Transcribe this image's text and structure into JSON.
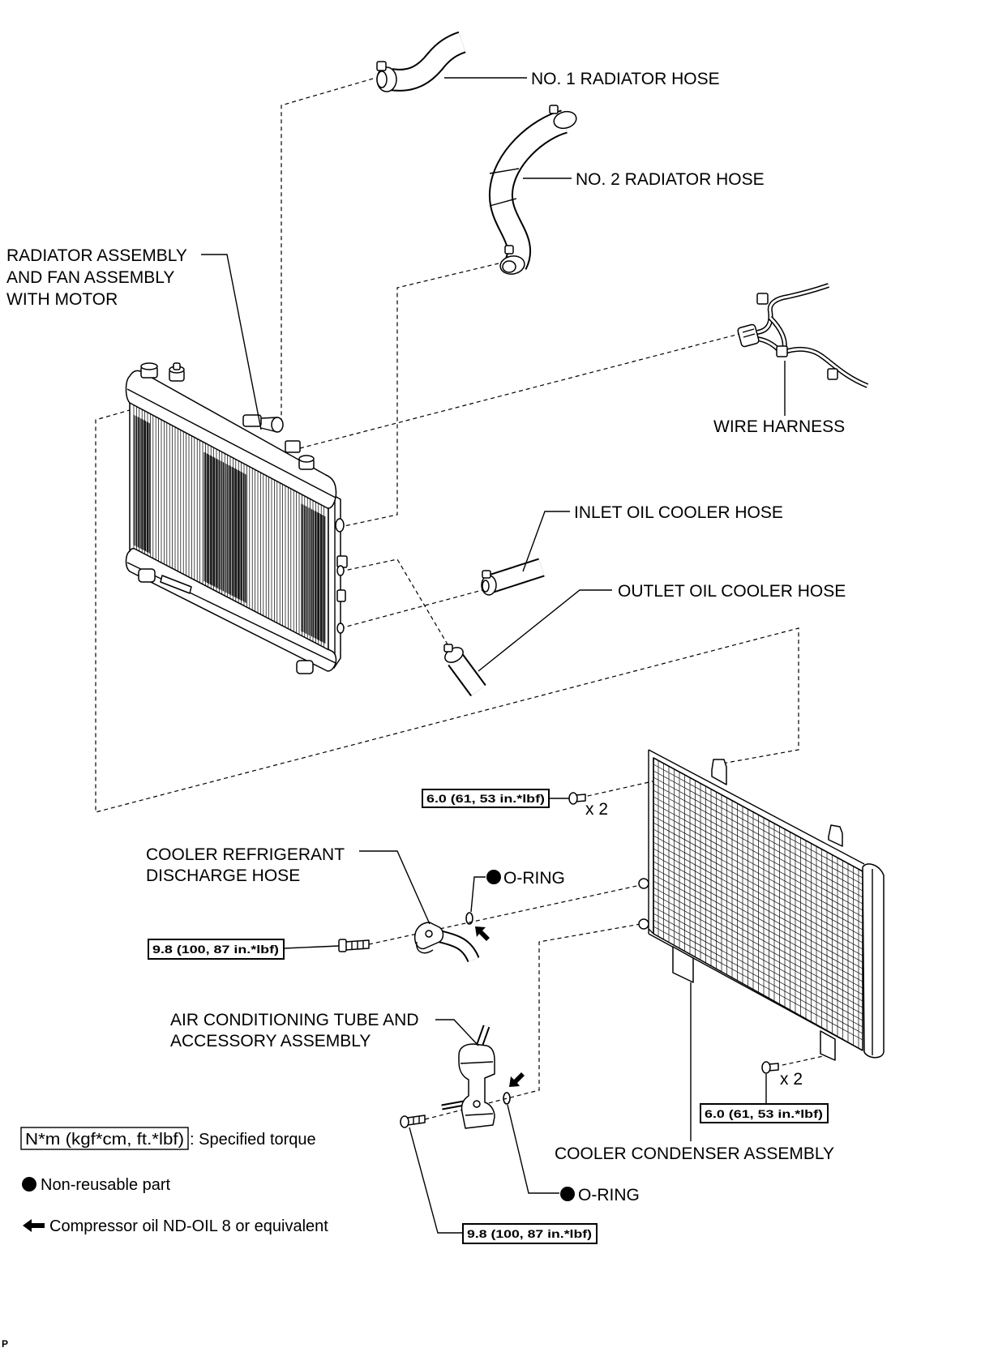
{
  "diagram": {
    "labels": {
      "no1_radiator_hose": "NO. 1 RADIATOR HOSE",
      "no2_radiator_hose": "NO. 2 RADIATOR HOSE",
      "radiator_assembly": [
        "RADIATOR ASSEMBLY",
        "AND FAN ASSEMBLY",
        "WITH MOTOR"
      ],
      "wire_harness": "WIRE HARNESS",
      "inlet_oil_cooler_hose": "INLET OIL COOLER HOSE",
      "outlet_oil_cooler_hose": "OUTLET OIL COOLER HOSE",
      "cooler_refrigerant_discharge_hose": [
        "COOLER REFRIGERANT",
        "DISCHARGE HOSE"
      ],
      "o_ring_upper": "O-RING",
      "ac_tube_and_accessory_assembly": [
        "AIR CONDITIONING TUBE AND",
        "ACCESSORY ASSEMBLY"
      ],
      "cooler_condenser_assembly": "COOLER CONDENSER ASSEMBLY",
      "o_ring_lower": "O-RING"
    },
    "torques": {
      "condenser_upper_bolts": {
        "spec": "6.0 (61, 53 in.*lbf)",
        "quantity": "x 2"
      },
      "discharge_hose_bolt": {
        "spec": "9.8 (100, 87 in.*lbf)"
      },
      "condenser_lower_bolts": {
        "spec": "6.0 (61, 53 in.*lbf)",
        "quantity": "x 2"
      },
      "ac_tube_bolt": {
        "spec": "9.8 (100, 87 in.*lbf)"
      }
    },
    "legend": {
      "torque_units": "N*m (kgf*cm, ft.*lbf)",
      "torque_meaning": ": Specified torque",
      "non_reusable_part": "Non-reusable part",
      "compressor_oil": "Compressor oil ND-OIL 8 or equivalent"
    },
    "corner_mark": "P"
  },
  "symbols": {
    "non_reusable": "filled-circle-icon",
    "compressor_oil": "arrow-left-icon"
  },
  "colors": {
    "ink": "#000000",
    "paper": "#ffffff"
  }
}
